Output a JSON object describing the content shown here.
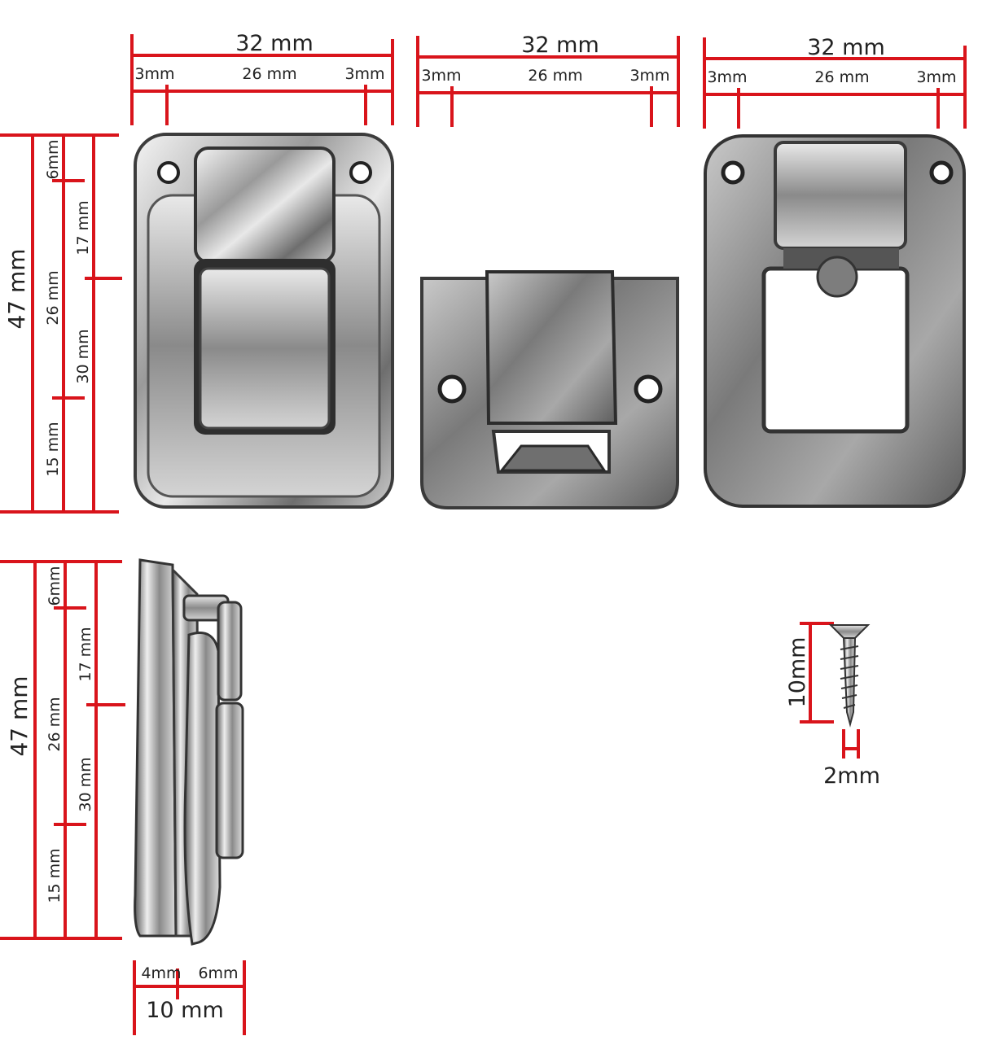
{
  "colors": {
    "dimension_line": "#d9141b",
    "label_text": "#222222",
    "metal_dark": "#4a4a4a",
    "metal_mid": "#8f8f8f",
    "metal_light": "#e6e6e6",
    "background": "#ffffff"
  },
  "top_views": [
    {
      "total": "32 mm",
      "left": "3mm",
      "center": "26 mm",
      "right": "3mm"
    },
    {
      "total": "32 mm",
      "left": "3mm",
      "center": "26 mm",
      "right": "3mm"
    },
    {
      "total": "32 mm",
      "left": "3mm",
      "center": "26 mm",
      "right": "3mm"
    }
  ],
  "front_height": {
    "total": "47 mm",
    "inner_left": {
      "top": "6mm",
      "middle": "26 mm",
      "bottom": "15 mm"
    },
    "inner_right": {
      "top": "17 mm",
      "bottom": "30 mm"
    }
  },
  "side_height": {
    "total": "47 mm",
    "inner_left": {
      "top": "6mm",
      "middle": "26 mm",
      "bottom": "15 mm"
    },
    "inner_right": {
      "top": "17 mm",
      "bottom": "30 mm"
    }
  },
  "side_depth": {
    "left": "4mm",
    "right": "6mm",
    "total": "10 mm"
  },
  "screw": {
    "length": "10mm",
    "diameter": "2mm"
  },
  "parts": {
    "latch_front": "latch-front-view",
    "catch_plate": "catch-plate-view",
    "latch_back": "latch-back-view",
    "latch_side": "latch-side-view",
    "screw": "screw-view"
  }
}
